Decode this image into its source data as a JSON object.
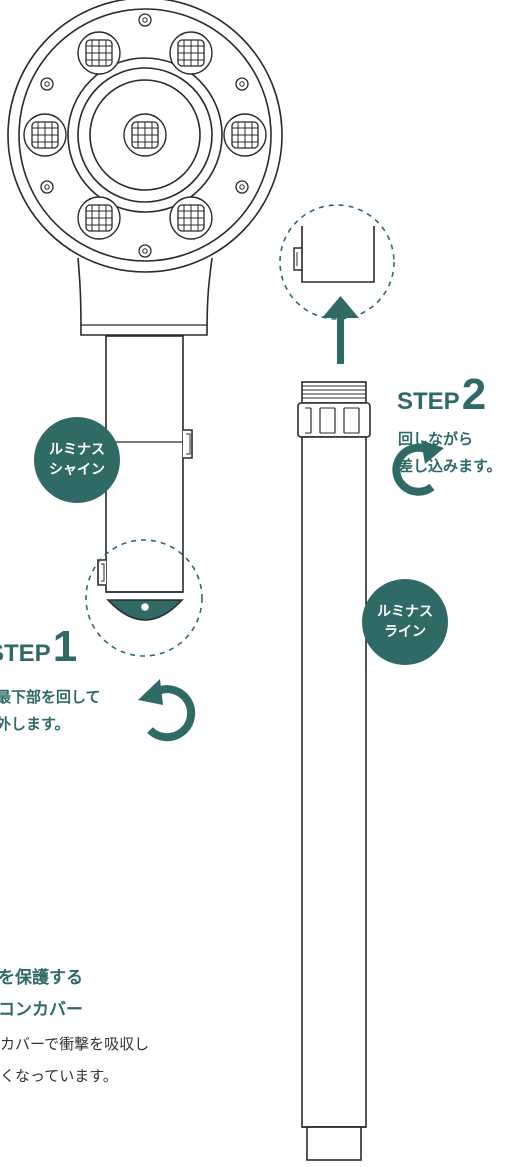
{
  "colors": {
    "accent": "#2f6a66",
    "line": "#2a2a2a",
    "background": "#ffffff"
  },
  "badges": {
    "shine": {
      "line1": "ルミナス",
      "line2": "シャイン"
    },
    "line": {
      "line1": "ルミナス",
      "line2": "ライン"
    }
  },
  "step1": {
    "word": "STEP",
    "number": "1",
    "desc1": "最下部を回して",
    "desc2": "外します。",
    "icon": "rotate-counterclockwise-icon"
  },
  "step2": {
    "word": "STEP",
    "number": "2",
    "desc1": "回しながら",
    "desc2": "差し込みます。",
    "icon": "rotate-clockwise-icon"
  },
  "feature": {
    "title1": "を保護する",
    "title2": "コンカバー",
    "text1": "カバーで衝撃を吸収し",
    "text2": "くなっています。"
  }
}
